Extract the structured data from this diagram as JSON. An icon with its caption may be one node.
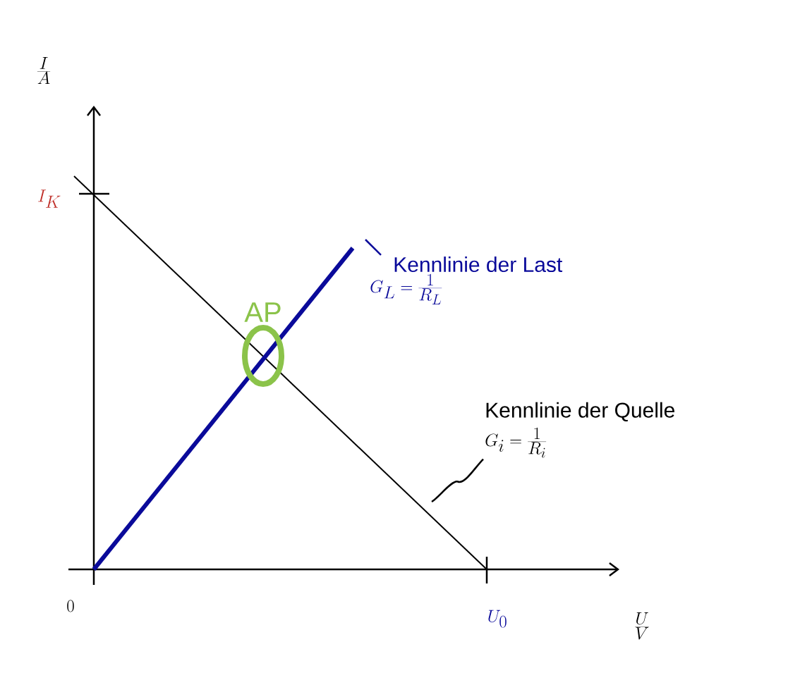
{
  "diagram": {
    "nodes": [
      {
        "text": [
          "Kennlinie der Quelle",
          "G_i = \\frac{1}{R_i}"
        ]
      },
      {
        "text": [
          "Kennlinie der Last",
          "G_L = \\frac{1}{R_L}"
        ]
      },
      {
        "text": [
          "AP"
        ]
      }
    ],
    "edges": [
      {
        "from": 0,
        "to": null,
        "arrow": "none"
      },
      {
        "from": 1,
        "to": null,
        "arrow": "none",
        "color": "#0a0a9a"
      }
    ],
    "labels": [
      "\\frac{I}{A}",
      "I_K",
      "0",
      "U_0",
      "\\frac{U}{V}"
    ]
  }
}
